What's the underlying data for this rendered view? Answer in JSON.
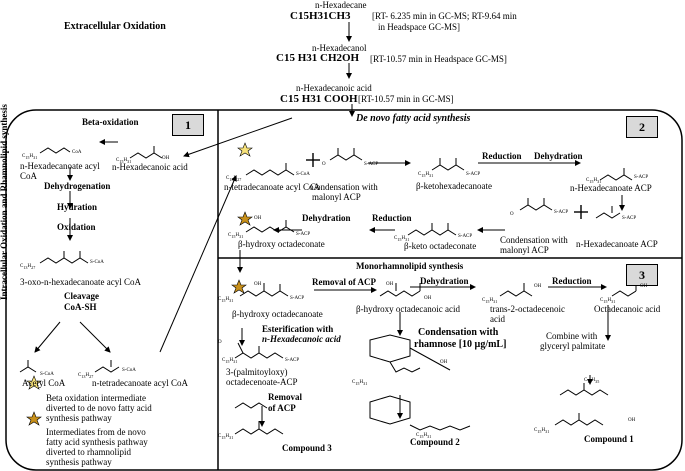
{
  "header": {
    "extracellular_title": "Extracellular Oxidation",
    "side_title": "Intracellular Oxidation and Rhamnolipid synthesis"
  },
  "top": {
    "hexadecane_name": "n-Hexadecane",
    "hexadecane_formula": "C15H31CH3",
    "hexadecane_rt_1": "[RT- 6.235 min in GC-MS; RT-9.64 min",
    "hexadecane_rt_2": "in Headspace GC-MS]",
    "hexadecanol_name": "n-Hexadecanol",
    "hexadecanol_formula": "C15 H31 CH2OH",
    "hexadecanol_rt": "[RT-10.57 min in Headspace GC-MS]",
    "acid_name": "n-Hexadecanoic acid",
    "acid_formula": "C15 H31 COOH",
    "acid_rt": "[RT-10.57 min in GC-MS]"
  },
  "box1": {
    "number": "1",
    "title": "Beta-oxidation",
    "acyl_coa_1": "n-Hexadecanoate acyl",
    "acyl_coa_2": "CoA",
    "acid_label": "n-Hexadecanoic acid",
    "step_1": "Dehydrogenation",
    "step_2": "Hydration",
    "step_3": "Oxidation",
    "oxo_label": "3-oxo-n-hexadecanoate acyl CoA",
    "cleavage_1": "Cleavage",
    "cleavage_2": "CoA-SH",
    "acetyl": "Acetyl CoA",
    "tetradec": "n-tetradecanoate acyl CoA",
    "legend_1a": "Beta oxidation intermediate",
    "legend_1b": "diverted to de novo fatty acid",
    "legend_1c": "synthesis pathway",
    "legend_2a": "Intermediates from de novo",
    "legend_2b": "fatty acid synthesis pathway",
    "legend_2c": "diverted to rhamnolipid",
    "legend_2d": "synthesis pathway"
  },
  "box2": {
    "number": "2",
    "title": "De novo fatty acid synthesis",
    "tetradecanoate": "n-tetradecanoate acyl CoA",
    "condensation_1": "Condensation with",
    "condensation_2": "malonyl ACP",
    "ketohex": "β-ketohexadecanoate",
    "reduction": "Reduction",
    "dehydration": "Dehydration",
    "hex_acp": "n-Hexadecanoate ACP",
    "hydroxy_oct": "β-hydroxy octadeconate",
    "keto_oct": "β-keto octadeconate",
    "condensation2_1": "Condensation with",
    "condensation2_2": "malonyl ACP",
    "hex_acp2": "n-Hexadecanoate ACP",
    "dehydration2": "Dehydration",
    "reduction2": "Reduction"
  },
  "box3": {
    "number": "3",
    "title": "Monorhamnolipid synthesis",
    "removal_acp": "Removal of ACP",
    "dehydration": "Dehydration",
    "reduction": "Reduction",
    "hydroxy_octadecanoate": "β-hydroxy octadecanoate",
    "hydroxy_octadecanoic": "β-hydroxy octadecanoic acid",
    "trans_1": "trans-2-octadecenoic",
    "trans_2": "acid",
    "octadecanoic": "Octadecanoic acid",
    "ester_1": "Esterification with",
    "ester_2": "n-Hexadecanoic acid",
    "cond_rham_1": "Condensation with",
    "cond_rham_2": "rhamnose [10 µg/mL]",
    "combine_1": "Combine with",
    "combine_2": "glyceryl palmitate",
    "palm_1": "3-(palmitoyloxy)",
    "palm_2": "octadecenoate-ACP",
    "removal2_1": "Removal",
    "removal2_2": "of ACP",
    "compound3": "Compound 3",
    "compound2": "Compound 2",
    "compound1": "Compound 1"
  },
  "colors": {
    "star_fill_light": "#f7e27a",
    "star_fill_dark": "#c8901a",
    "box_number_bg": "#d9d9d9"
  }
}
